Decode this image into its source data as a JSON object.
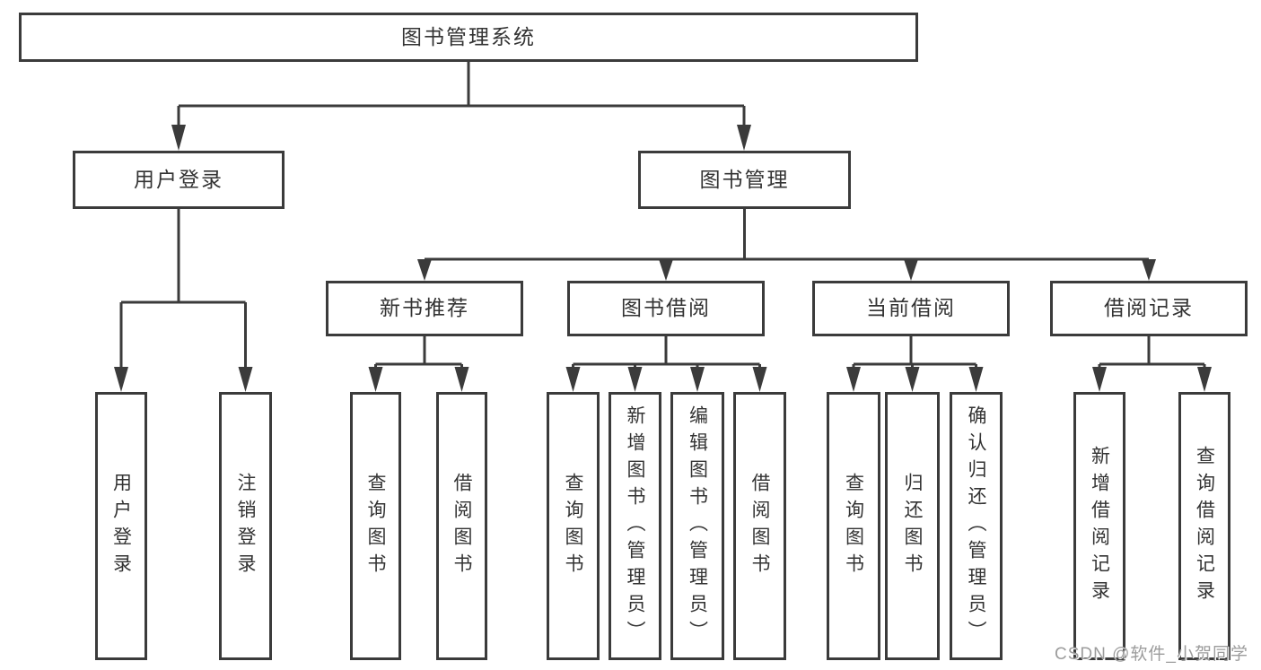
{
  "colors": {
    "line": "#3b3b3b",
    "text": "#333333",
    "background": "#ffffff",
    "watermark": "#9c9c9c"
  },
  "nodes": {
    "root": "图书管理系统",
    "userLogin": "用户登录",
    "bookManagement": "图书管理",
    "newBookRec": "新书推荐",
    "bookBorrowing": "图书借阅",
    "currentBorrowing": "当前借阅",
    "borrowingRecords": "借阅记录",
    "leafUserLogin": "用户登录",
    "leafLogout": "注销登录",
    "leafQueryBooks1": "查询图书",
    "leafBorrowBooks1": "借阅图书",
    "leafQueryBooks2": "查询图书",
    "leafAddBooks": "新增图书（管理员）",
    "leafEditBooks": "编辑图书（管理员）",
    "leafBorrowBooks2": "借阅图书",
    "leafQueryBooks3": "查询图书",
    "leafReturnBooks": "归还图书",
    "leafConfirmReturn": "确认归还（管理员）",
    "leafAddBorrowRecord": "新增借阅记录",
    "leafQueryBorrowRecord": "查询借阅记录"
  },
  "watermark": {
    "text": "CSDN @软件_小贺同学"
  }
}
